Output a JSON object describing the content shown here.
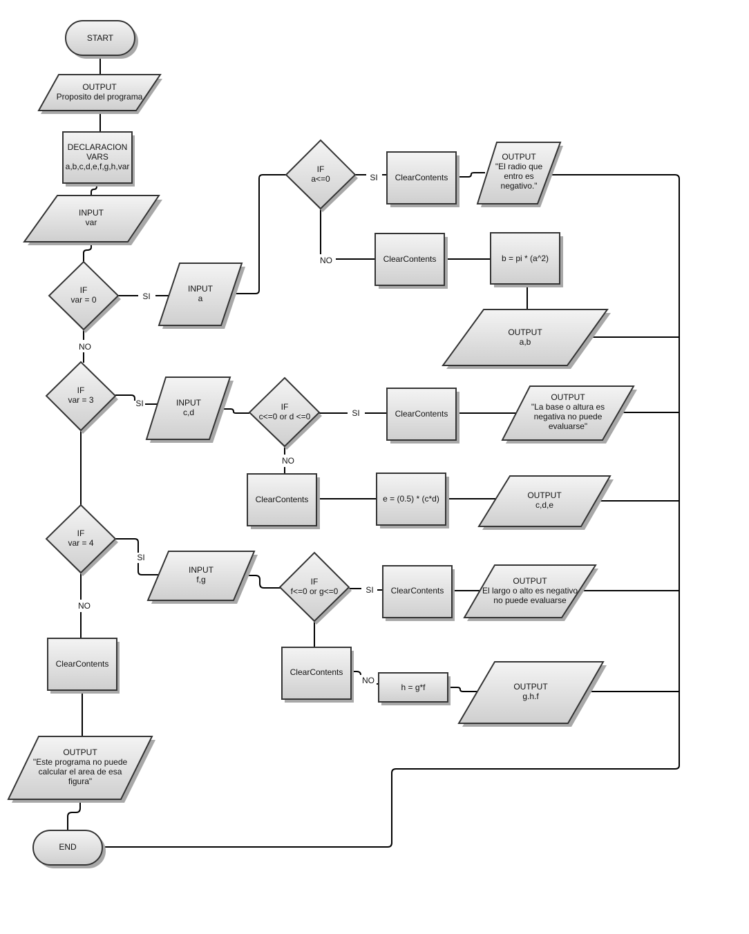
{
  "nodes": {
    "start": {
      "lines": [
        "START"
      ]
    },
    "out_purpose": {
      "lines": [
        "OUTPUT",
        "Proposito del programa"
      ]
    },
    "declare": {
      "lines": [
        "DECLARACION",
        "VARS",
        "a,b,c,d,e,f,g,h,var"
      ]
    },
    "input_var": {
      "lines": [
        "INPUT",
        "var"
      ]
    },
    "if_var0": {
      "lines": [
        "IF",
        "var = 0"
      ]
    },
    "input_a": {
      "lines": [
        "INPUT",
        "a"
      ]
    },
    "if_a": {
      "lines": [
        "IF",
        "a<=0"
      ]
    },
    "clear_a_si": {
      "lines": [
        "ClearContents"
      ]
    },
    "out_radio": {
      "lines": [
        "OUTPUT",
        "\"El radio que",
        "entro es",
        "negativo.\""
      ]
    },
    "clear_a_no": {
      "lines": [
        "ClearContents"
      ]
    },
    "calc_b": {
      "lines": [
        "b = pi * (a^2)"
      ]
    },
    "out_ab": {
      "lines": [
        "OUTPUT",
        "a,b"
      ]
    },
    "if_var3": {
      "lines": [
        "IF",
        "var = 3"
      ]
    },
    "input_cd": {
      "lines": [
        "INPUT",
        "c,d"
      ]
    },
    "if_cd": {
      "lines": [
        "IF",
        "c<=0 or d <=0"
      ]
    },
    "clear_cd_si": {
      "lines": [
        "ClearContents"
      ]
    },
    "out_base": {
      "lines": [
        "OUTPUT",
        "\"La base o altura es",
        "negativa no puede",
        "evaluarse\""
      ]
    },
    "clear_cd_no": {
      "lines": [
        "ClearContents"
      ]
    },
    "calc_e": {
      "lines": [
        "e = (0.5) * (c*d)"
      ]
    },
    "out_cde": {
      "lines": [
        "OUTPUT",
        "c,d,e"
      ]
    },
    "if_var4": {
      "lines": [
        "IF",
        "var = 4"
      ]
    },
    "input_fg": {
      "lines": [
        "INPUT",
        "f,g"
      ]
    },
    "if_fg": {
      "lines": [
        "IF",
        "f<=0 or g<=0"
      ]
    },
    "clear_fg_si": {
      "lines": [
        "ClearContents"
      ]
    },
    "out_largo": {
      "lines": [
        "OUTPUT",
        "El largo o alto es negativo",
        "no puede evaluarse"
      ]
    },
    "clear_fg_no": {
      "lines": [
        "ClearContents"
      ]
    },
    "calc_h": {
      "lines": [
        "h = g*f"
      ]
    },
    "out_ghf": {
      "lines": [
        "OUTPUT",
        "g.h.f"
      ]
    },
    "clear_default": {
      "lines": [
        "ClearContents"
      ]
    },
    "out_default": {
      "lines": [
        "OUTPUT",
        "\"Este programa no puede",
        "calcular el area de esa",
        "figura\""
      ]
    },
    "end": {
      "lines": [
        "END"
      ]
    }
  },
  "edge_labels": {
    "yes": "SI",
    "no": "NO"
  }
}
